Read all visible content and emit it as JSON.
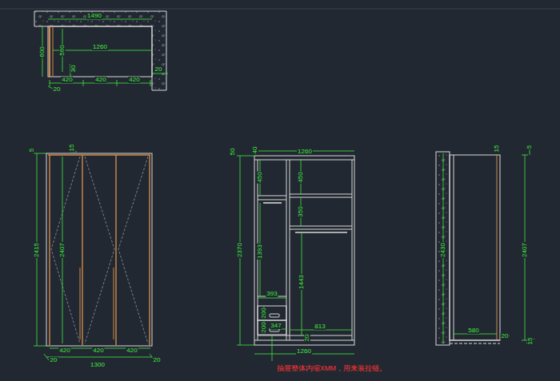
{
  "diagram": {
    "labels": [
      "1490",
      "1260",
      "600",
      "560",
      "30",
      "420",
      "420",
      "420",
      "20",
      "20",
      "5",
      "15",
      "2415",
      "2407",
      "420",
      "420",
      "420",
      "20",
      "1300",
      "20",
      "50",
      "40",
      "1260",
      "450",
      "450",
      "350",
      "2370",
      "1393",
      "1443",
      "393",
      "200",
      "200",
      "347",
      "813",
      "20",
      "1260",
      "抽屉整体内缩XMM，用来装拉链。",
      "15",
      "5",
      "2430",
      "2407",
      "580",
      "20",
      "15"
    ]
  }
}
